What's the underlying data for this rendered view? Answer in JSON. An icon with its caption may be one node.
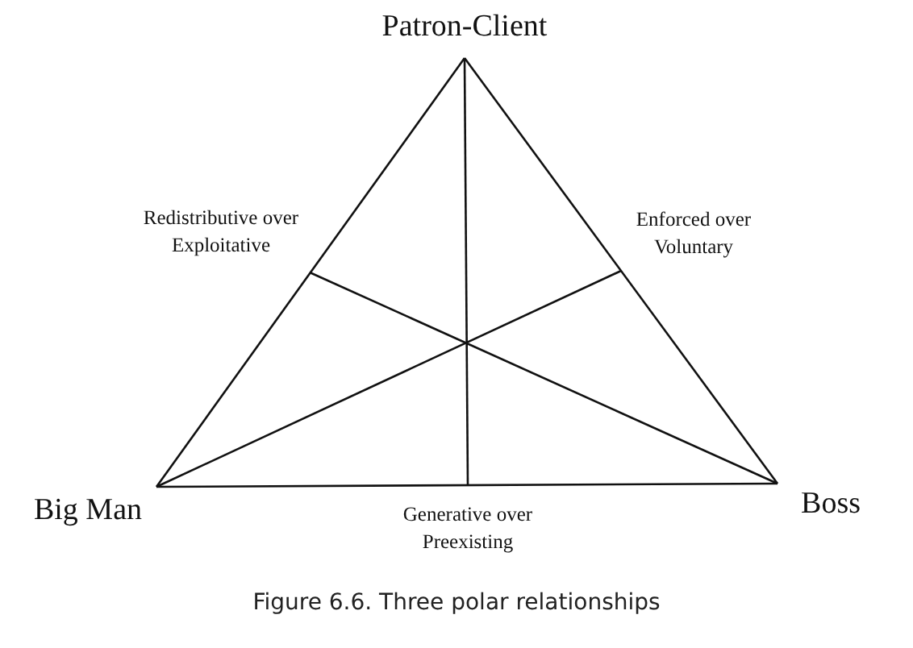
{
  "diagram": {
    "caption": "Figure 6.6. Three polar relationships",
    "nodes": [
      {
        "text": [
          "Patron-Client"
        ]
      },
      {
        "text": [
          "Redistributive over Exploitative"
        ]
      },
      {
        "text": [
          "Enforced over Voluntary"
        ]
      },
      {
        "text": [
          "Big Man"
        ]
      },
      {
        "text": [
          "Generative over Preexisting"
        ]
      },
      {
        "text": [
          "Boss"
        ]
      }
    ],
    "edges": [
      {
        "from": 0,
        "to": 3,
        "arrow": "none"
      },
      {
        "from": 3,
        "to": 5,
        "arrow": "none"
      },
      {
        "from": 5,
        "to": 0,
        "arrow": "none"
      },
      {
        "from": 0,
        "to": 4,
        "arrow": "none"
      },
      {
        "from": 3,
        "to": 2,
        "arrow": "none"
      },
      {
        "from": 5,
        "to": 1,
        "arrow": "none"
      }
    ]
  }
}
